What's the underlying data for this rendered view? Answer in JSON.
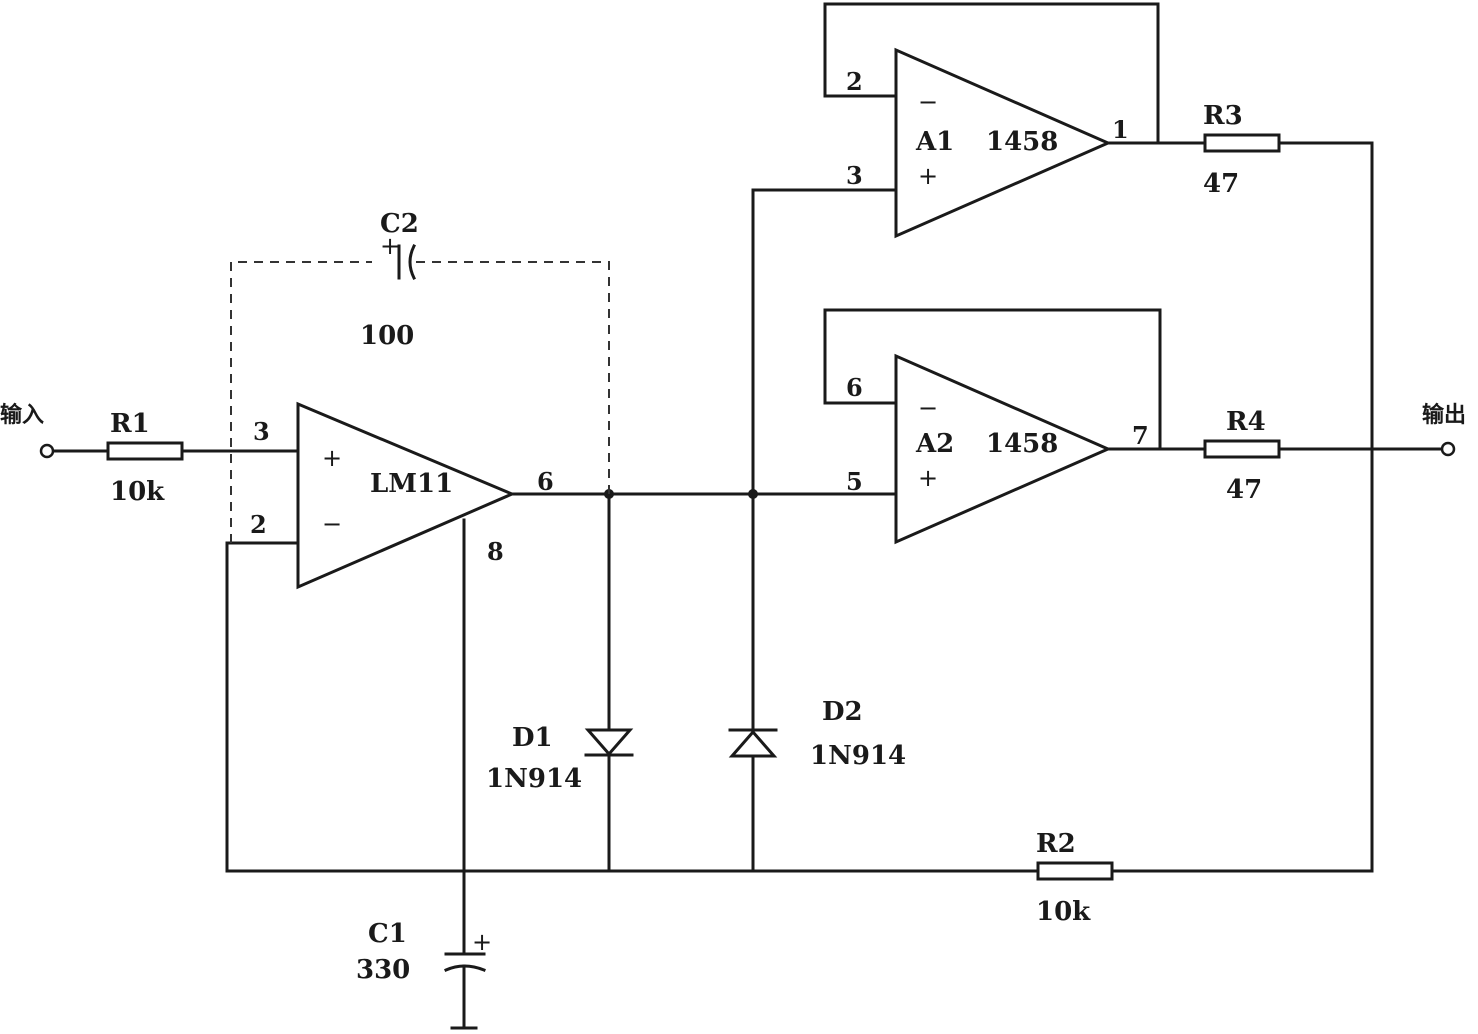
{
  "labels": {
    "input": "输入",
    "output": "输出"
  },
  "components": {
    "R1": {
      "ref": "R1",
      "value": "10k"
    },
    "R2": {
      "ref": "R2",
      "value": "10k"
    },
    "R3": {
      "ref": "R3",
      "value": "47"
    },
    "R4": {
      "ref": "R4",
      "value": "47"
    },
    "C1": {
      "ref": "C1",
      "value": "330"
    },
    "C2": {
      "ref": "C2",
      "value": "100"
    },
    "D1": {
      "ref": "D1",
      "value": "1N914"
    },
    "D2": {
      "ref": "D2",
      "value": "1N914"
    },
    "U1": {
      "ref": "LM11",
      "pins": {
        "plus": "3",
        "minus": "2",
        "out": "6",
        "comp": "8"
      }
    },
    "A1": {
      "ref": "A1",
      "part": "1458",
      "pins": {
        "minus": "2",
        "plus": "3",
        "out": "1"
      }
    },
    "A2": {
      "ref": "A2",
      "part": "1458",
      "pins": {
        "minus": "6",
        "plus": "5",
        "out": "7"
      }
    }
  },
  "signs": {
    "plus": "+",
    "minus": "−"
  }
}
